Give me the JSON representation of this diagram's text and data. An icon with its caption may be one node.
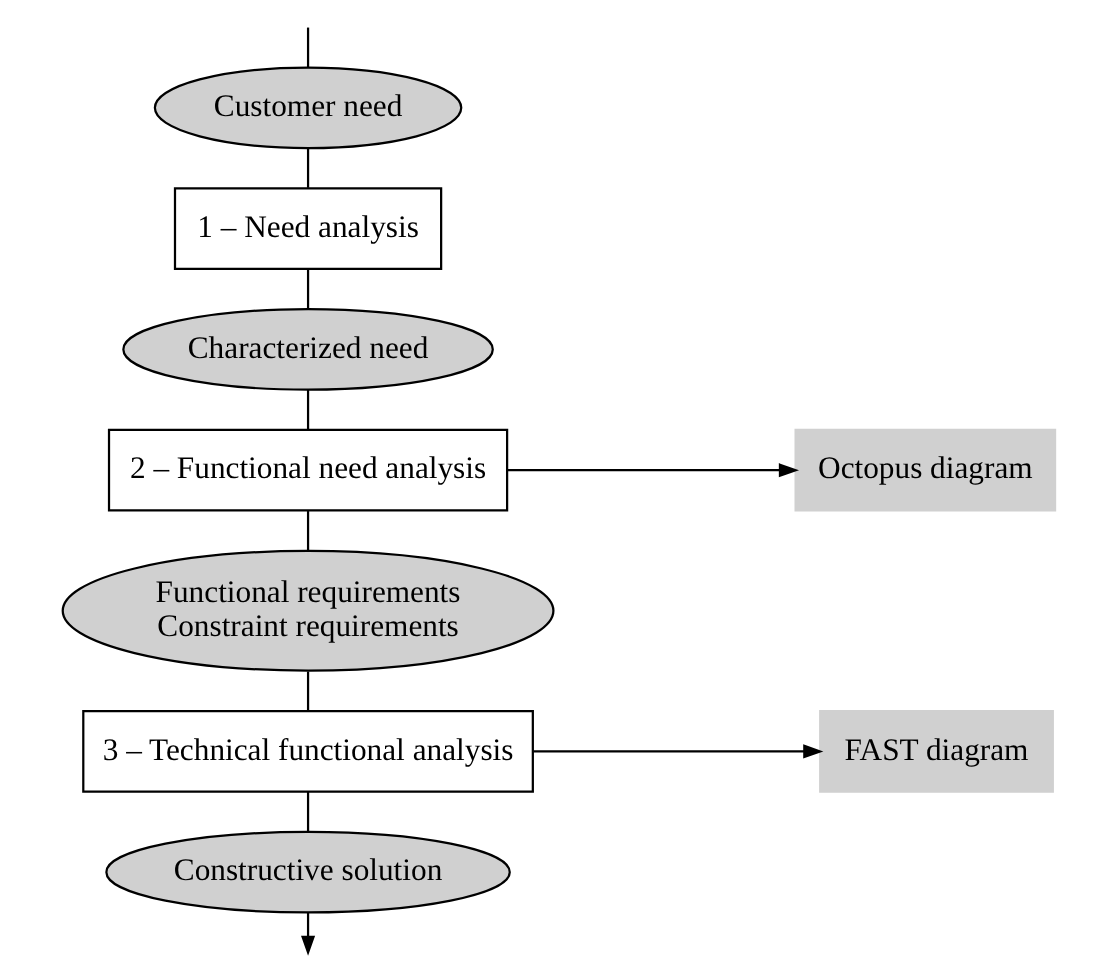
{
  "diagram": {
    "nodes": [
      {
        "text": [
          "Customer need"
        ]
      },
      {
        "text": [
          "1 – Need analysis"
        ]
      },
      {
        "text": [
          "Characterized need"
        ]
      },
      {
        "text": [
          "2 – Functional need analysis"
        ]
      },
      {
        "text": [
          "Octopus diagram"
        ]
      },
      {
        "text": [
          "Functional requirements",
          "Constraint requirements"
        ]
      },
      {
        "text": [
          "3 – Technical functional analysis"
        ]
      },
      {
        "text": [
          "FAST diagram"
        ]
      },
      {
        "text": [
          "Constructive solution"
        ]
      }
    ],
    "edges": [
      {
        "from": null,
        "to": 0,
        "arrow": "none"
      },
      {
        "from": 0,
        "to": 1,
        "arrow": "none"
      },
      {
        "from": 1,
        "to": 2,
        "arrow": "none"
      },
      {
        "from": 2,
        "to": 3,
        "arrow": "none"
      },
      {
        "from": 3,
        "to": 4,
        "arrow": "to"
      },
      {
        "from": 3,
        "to": 5,
        "arrow": "none"
      },
      {
        "from": 5,
        "to": 6,
        "arrow": "none"
      },
      {
        "from": 6,
        "to": 7,
        "arrow": "to"
      },
      {
        "from": 6,
        "to": 8,
        "arrow": "none"
      },
      {
        "from": 8,
        "to": null,
        "arrow": "to"
      }
    ]
  }
}
